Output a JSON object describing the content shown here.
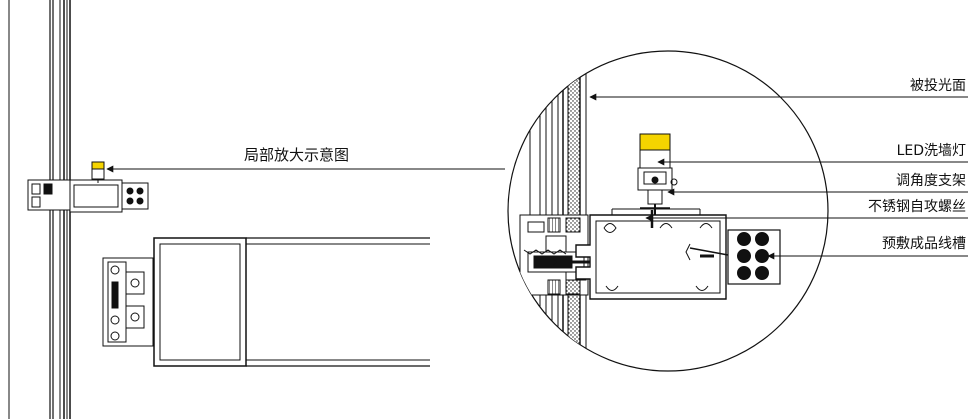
{
  "diagram": {
    "detail_title": "局部放大示意图",
    "callouts": [
      {
        "id": "illuminated-surface",
        "text": "被投光面"
      },
      {
        "id": "led-wall-washer",
        "text": "LED洗墙灯"
      },
      {
        "id": "angle-bracket",
        "text": "调角度支架"
      },
      {
        "id": "tapping-screw",
        "text": "不锈钢自攻螺丝"
      },
      {
        "id": "cable-trough",
        "text": "预敷成品线槽"
      }
    ]
  },
  "colors": {
    "line": "#111111",
    "lamp_lens": "#f5d400",
    "background": "#ffffff"
  }
}
